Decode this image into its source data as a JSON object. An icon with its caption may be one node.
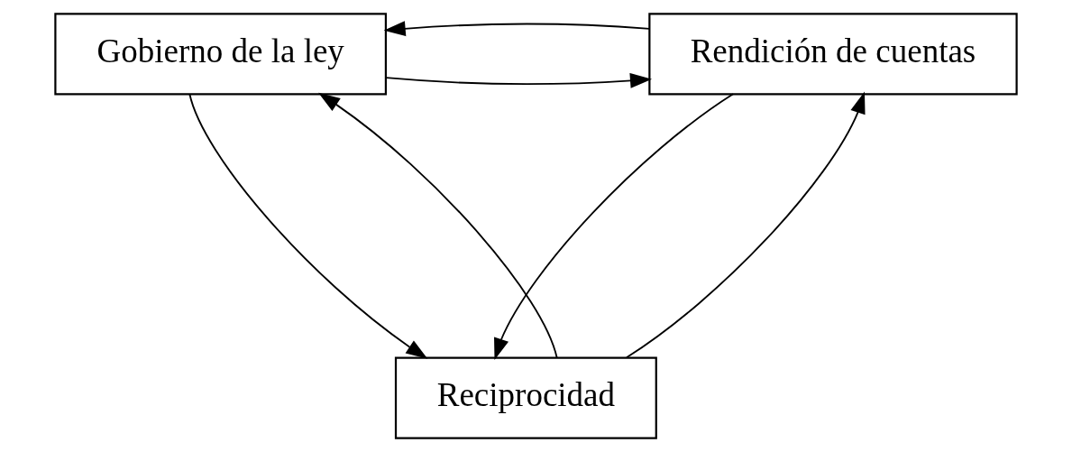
{
  "diagram": {
    "nodes": [
      {
        "text": [
          "Gobierno de la ley"
        ]
      },
      {
        "text": [
          "Rendición de cuentas"
        ]
      },
      {
        "text": [
          "Reciprocidad"
        ]
      }
    ],
    "edges": [
      {
        "from": 0,
        "to": 1,
        "arrow": "to"
      },
      {
        "from": 1,
        "to": 0,
        "arrow": "to"
      },
      {
        "from": 2,
        "to": 0,
        "arrow": "to"
      },
      {
        "from": 0,
        "to": 2,
        "arrow": "to"
      },
      {
        "from": 2,
        "to": 1,
        "arrow": "to"
      },
      {
        "from": 1,
        "to": 2,
        "arrow": "to"
      }
    ]
  }
}
